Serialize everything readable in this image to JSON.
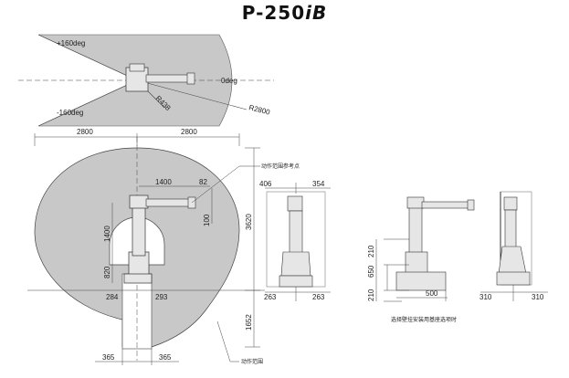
{
  "title": {
    "model": "P-250",
    "suffix": "iB"
  },
  "top_view": {
    "angle_pos": "+160deg",
    "angle_zero": "0deg",
    "angle_neg": "-160deg",
    "radius_outer": "R2800",
    "radius_inner": "R438"
  },
  "side_view": {
    "dim_left_half": "2800",
    "dim_right_half": "2800",
    "dim_arm_reach": "1400",
    "dim_wrist_offset": "82",
    "dim_wrist_drop": "100",
    "dim_upper_arm": "1400",
    "dim_base_height": "820",
    "dim_total_height": "3620",
    "dim_below_floor": "1652",
    "dim_base_left": "284",
    "dim_base_right": "293",
    "dim_rail_left": "365",
    "dim_rail_right": "365",
    "label_reference_point": "动作范围参考点",
    "label_motion_range": "动作范围"
  },
  "front_view": {
    "dim_top_left": "406",
    "dim_top_right": "354",
    "dim_bottom_left": "263",
    "dim_bottom_right": "263"
  },
  "wall_view": {
    "dim_210_top": "210",
    "dim_650": "650",
    "dim_210_bottom": "210",
    "dim_500": "500",
    "caption": "选择壁挂安装用基座选项时"
  },
  "wall_front_view": {
    "dim_left": "310",
    "dim_right": "310"
  },
  "colors": {
    "envelope": "#c8c8c8",
    "line": "#333333",
    "robot_light": "#e6e6e6"
  }
}
